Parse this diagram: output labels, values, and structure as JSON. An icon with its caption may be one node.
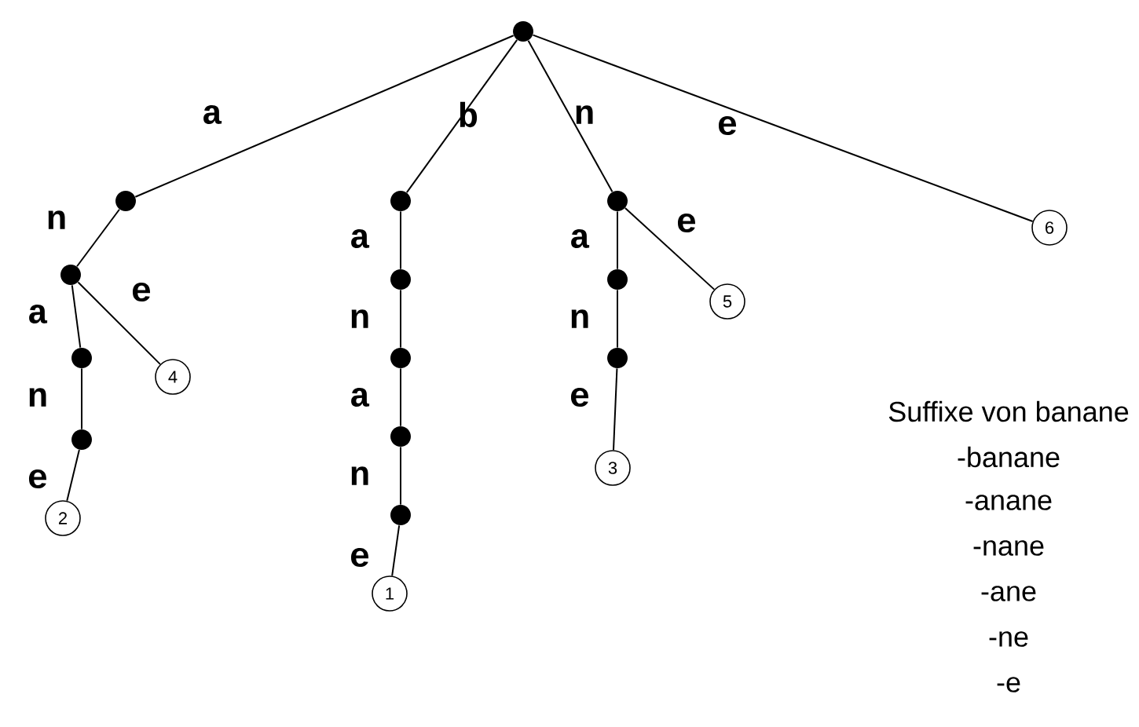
{
  "diagram": {
    "nodes": [
      {
        "text": [],
        "shape": "circle"
      },
      {
        "text": [],
        "shape": "circle"
      },
      {
        "text": [],
        "shape": "circle"
      },
      {
        "text": [],
        "shape": "circle"
      },
      {
        "text": [],
        "shape": "circle"
      },
      {
        "text": [
          "2"
        ]
      },
      {
        "text": [
          "4"
        ]
      },
      {
        "text": [],
        "shape": "circle"
      },
      {
        "text": [],
        "shape": "circle"
      },
      {
        "text": [],
        "shape": "circle"
      },
      {
        "text": [],
        "shape": "circle"
      },
      {
        "text": [],
        "shape": "circle"
      },
      {
        "text": [
          "1"
        ]
      },
      {
        "text": [],
        "shape": "circle"
      },
      {
        "text": [],
        "shape": "circle"
      },
      {
        "text": [],
        "shape": "circle"
      },
      {
        "text": [
          "3"
        ]
      },
      {
        "text": [
          "5"
        ]
      },
      {
        "text": [
          "6"
        ]
      }
    ],
    "edges": [
      {
        "from": 0,
        "to": 1,
        "arrow": "none",
        "label": "a"
      },
      {
        "from": 0,
        "to": 7,
        "arrow": "none",
        "label": "b"
      },
      {
        "from": 0,
        "to": 13,
        "arrow": "none",
        "label": "n"
      },
      {
        "from": 0,
        "to": 18,
        "arrow": "none",
        "label": "e"
      },
      {
        "from": 1,
        "to": 2,
        "arrow": "none",
        "label": "n"
      },
      {
        "from": 2,
        "to": 3,
        "arrow": "none",
        "label": "a"
      },
      {
        "from": 2,
        "to": 6,
        "arrow": "none",
        "label": "e"
      },
      {
        "from": 3,
        "to": 4,
        "arrow": "none",
        "label": "n"
      },
      {
        "from": 4,
        "to": 5,
        "arrow": "none",
        "label": "e"
      },
      {
        "from": 7,
        "to": 8,
        "arrow": "none",
        "label": "a"
      },
      {
        "from": 8,
        "to": 9,
        "arrow": "none",
        "label": "n"
      },
      {
        "from": 9,
        "to": 10,
        "arrow": "none",
        "label": "a"
      },
      {
        "from": 10,
        "to": 11,
        "arrow": "none",
        "label": "n"
      },
      {
        "from": 11,
        "to": 12,
        "arrow": "none",
        "label": "e"
      },
      {
        "from": 13,
        "to": 14,
        "arrow": "none",
        "label": "a"
      },
      {
        "from": 13,
        "to": 17,
        "arrow": "none",
        "label": "e"
      },
      {
        "from": 14,
        "to": 15,
        "arrow": "none",
        "label": "n"
      },
      {
        "from": 15,
        "to": 16,
        "arrow": "none",
        "label": "e"
      }
    ],
    "labels": [
      "Suffixe von banane",
      "-banane",
      "-anane",
      "-nane",
      "-ane",
      "-ne",
      "-e"
    ]
  }
}
